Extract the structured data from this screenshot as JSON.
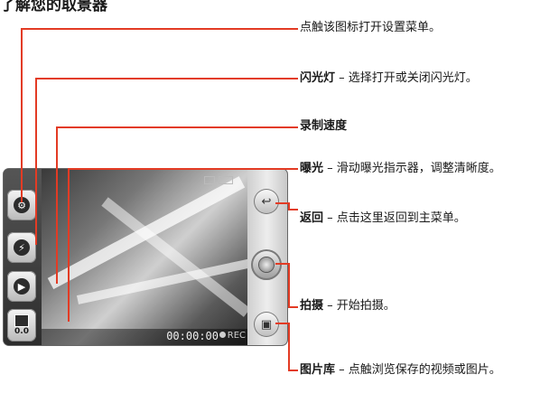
{
  "heading": "了解您的取景器",
  "camera": {
    "exposure_value": "0.0",
    "timer": "00:00:00",
    "rec_label": "REC"
  },
  "icons": {
    "settings": "gear-icon",
    "flash": "flash-icon",
    "recording_speed": "play-circle-icon",
    "exposure": "exposure-icon",
    "back": "back-arrow-icon",
    "capture": "record-button",
    "gallery": "gallery-icon"
  },
  "callouts": {
    "settings": {
      "text": "点触该图标打开设置菜单。"
    },
    "flash": {
      "title": "闪光灯",
      "desc": " – 选择打开或关闭闪光灯。"
    },
    "speed": {
      "title": "录制速度"
    },
    "exposure": {
      "title": "曝光",
      "desc": " – 滑动曝光指示器，调整清晰度。"
    },
    "back": {
      "title": "返回",
      "desc": " – 点击这里返回到主菜单。"
    },
    "capture": {
      "title": "拍摄",
      "desc": " – 开始拍摄。"
    },
    "gallery": {
      "title": "图片库",
      "desc": " – 点触浏览保存的视频或图片。"
    }
  },
  "colors": {
    "leader_line": "#e33b24"
  }
}
